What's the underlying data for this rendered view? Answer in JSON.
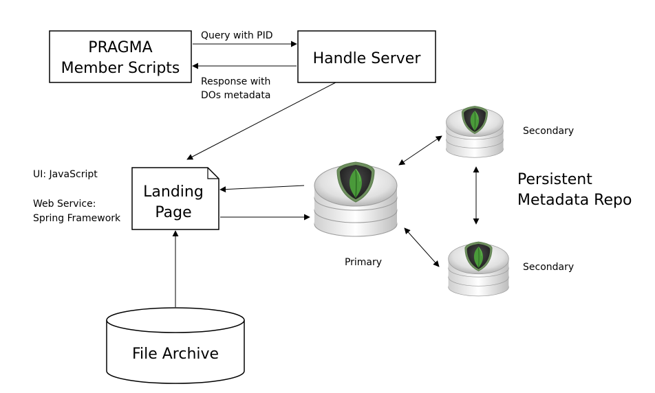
{
  "nodes": {
    "pragma": {
      "line1": "PRAGMA",
      "line2": "Member Scripts"
    },
    "handle_server": {
      "label": "Handle Server"
    },
    "landing_page": {
      "line1": "Landing",
      "line2": "Page"
    },
    "file_archive": {
      "label": "File Archive"
    },
    "primary": {
      "label": "Primary"
    },
    "secondary_top": {
      "label": "Secondary"
    },
    "secondary_bottom": {
      "label": "Secondary"
    },
    "repo": {
      "line1": "Persistent",
      "line2": "Metadata Repo"
    }
  },
  "edges": {
    "query": {
      "label": "Query with PID"
    },
    "response": {
      "line1": "Response with",
      "line2": "DOs metadata"
    }
  },
  "notes": {
    "ui": "UI:  JavaScript",
    "ws1": "Web Service:",
    "ws2": "Spring Framework"
  },
  "colors": {
    "leaf_dark": "#6b3a1f",
    "leaf_green": "#4a9a3a",
    "shield_ring": "#2f2f2f",
    "disk_fill": "#e8e8e8"
  }
}
